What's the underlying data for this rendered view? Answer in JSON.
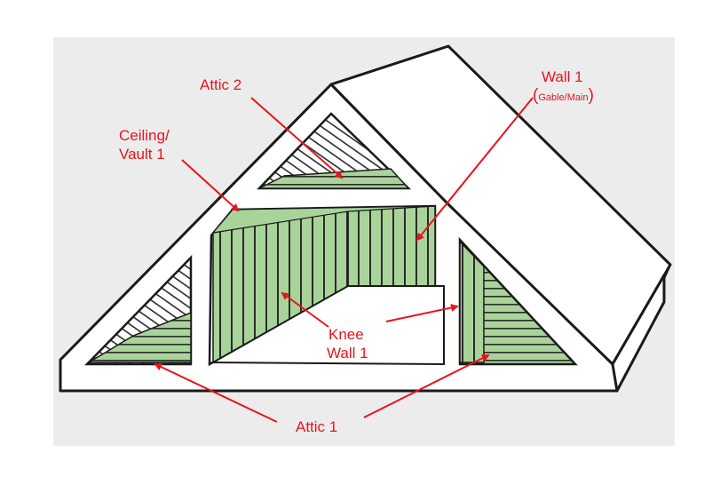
{
  "colors": {
    "background": "#ffffff",
    "panel": "#ececec",
    "outline": "#1a1a1a",
    "green": "#a8d49a",
    "stripe": "#2b2b2b",
    "arrow": "#e8141c",
    "label": "#e8141c"
  },
  "labels": {
    "attic2": "Attic 2",
    "ceiling_line1": "Ceiling/",
    "ceiling_line2": "Vault 1",
    "wall1_line1": "Wall 1",
    "wall1_open": "(",
    "wall1_sub": "Gable/Main",
    "wall1_close": ")",
    "knee_line1": "Knee",
    "knee_line2": "Wall 1",
    "attic1": "Attic 1"
  }
}
